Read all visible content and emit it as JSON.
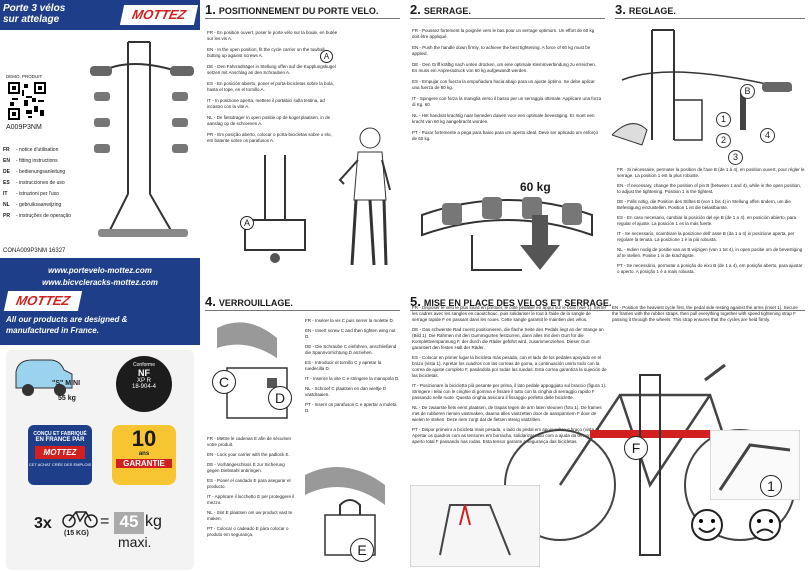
{
  "brand": {
    "logo": "MOTTEZ",
    "color": "#d21f1f",
    "blue": "#1f3e8a"
  },
  "sidebar": {
    "title_line1": "Porte 3 vélos",
    "title_line2": "sur attelage",
    "demo": "DEMO. PRODUIT",
    "code": "A009P3NM",
    "langs": [
      {
        "code": "FR",
        "label": "- notice d'utilisation"
      },
      {
        "code": "EN",
        "label": "- fitting instructions"
      },
      {
        "code": "DE",
        "label": "- bedienungsanleitung"
      },
      {
        "code": "ES",
        "label": "- instrucciones de uso"
      },
      {
        "code": "IT",
        "label": "- istruzioni per l'uso"
      },
      {
        "code": "NL",
        "label": "- gebruiksaanwijzing"
      },
      {
        "code": "PR",
        "label": "- instruções de operação"
      }
    ],
    "ref": "CONA009P3NM  16327",
    "url1": "www.portevelo-mottez.com",
    "url2": "www.bicycleracks-mottez.com",
    "claim_line1": "All our products are designed &",
    "claim_line2": "manufactured in France.",
    "car_label": "\"S\" MINI",
    "car_weight": "55 kg",
    "conform": "Conforme",
    "nf": "NF",
    "xpr": "XP R",
    "std": "18-904-4",
    "france_line1": "CONÇU ET FABRIQUÉ",
    "france_line2": "EN FRANCE PAR",
    "france_sub": "CET ACHAT CRÉE DES EMPLOIS",
    "warranty_num": "10",
    "warranty_sub": "ans",
    "warranty_word": "GARANTIE",
    "capacity_mult": "3x",
    "capacity_each": "(15 KG)",
    "capacity_eq": "=",
    "capacity_max": "45",
    "capacity_unit": "kg",
    "capacity_word": "maxi."
  },
  "s1": {
    "num": "1.",
    "title": "POSITIONNEMENT DU PORTE VELO.",
    "fr": "FR - En position ouvert, poser le porte vélo sur la boule, en butée sur les vis A.",
    "en": "EN - In the open position, fit the cycle carrier on the towball, butting up against screws A.",
    "de": "DE - Den Fahrradträger in Stellung offen auf die Kupplungskugel setzen mit Anschlag an den Schrauben A.",
    "es": "ES - En posición abierto, poner el porta-bicicletas sobre la bola, hasta el tope, en el tornillo A.",
    "it": "IT - In posizione aperta, mettere il portabici sulla testina, ad incastro con la vite A.",
    "nl": "NL - De fietsdrager in open positie op de kogel plaatsen, in de aanslag op de schroeven A.",
    "pr": "PR - Em posição aberto, colocar o porta-bicicletas sobre o elo, em batente sobre os parafusos A."
  },
  "s2": {
    "num": "2.",
    "title": "SERRAGE.",
    "fr": "FR - Poussez fortement la poignée vers le bas pour un serrage optimum. Un effort de 60 kg doit être appliqué.",
    "en": "EN - Push the handle down firmly, to achieve the best tightening. A force of 60 kg must be applied.",
    "de": "DE - Den Griff kräftig nach unten drücken, um eine optimale Klemmverbindung zu erreichen. Es muss ein Anpressdruck von 60 kg aufgewandt werden.",
    "es": "ES - Empujar con fuerza la empuñadura hacia abajo para un ajuste óptimo. Se debe aplicar una fuerza de 60 kg.",
    "it": "IT - Spingere con forza la maniglia verso il basso per un serraggio ottimale. Applicare una forza di Kg. 60.",
    "nl": "NL - Het handvat krachtig naar beneden duwen voor een optimale bevestiging. Er moet een kracht van 60 kg aangebracht worden.",
    "pr": "PT - Puxar fortemente a pega para baixo para um aperto ideal. Deve ser aplicado um esforço de 60 kg.",
    "force": "60 kg"
  },
  "s3": {
    "num": "3.",
    "title": "REGLAGE.",
    "fr": "FR - Si nécessaire, permuter la position de l'axe B (de 1 à 4), en position ouvert, pour régler le serrage. La position 1 est la plus robuste.",
    "en": "EN - If necessary, change the position of pin B (between 1 and 4), while in the open position, to adjust the tightening. Position 1 is the tightest.",
    "de": "DE - Falls nötig, die Position des Stiftes B (von 1 bis 4) in Stellung offen ändern, um die Befestigung einzustellen. Position 1 ist die belastbarste.",
    "es": "ES - En caso necesario, cambiar la posición del eje B (de 1 a 4), en posición abierto, para regular el ajuste. La posición 1 es la más fuerte.",
    "it": "IT - Se necessario, scambiare la posizione dell' asse B (da 1 a 4) in posizione aperta, per regolare la tenuta. La posizione 1 è la più robusta.",
    "nl": "NL - Indien nodig de positie van as B wijzigen (van 1 tot 4), in open positie om de bevestiging af te stellen. Positie 1 is de krachtigste.",
    "pr": "PT - Se necessário, permutar a posição do eixo B (de 1 a 4), em posição aberto, para ajustar o aperto. A posição 1 é a mais robusta.",
    "n1": "1",
    "n2": "2",
    "n3": "3",
    "n4": "4",
    "b": "B"
  },
  "s4": {
    "num": "4.",
    "title": "VERROUILLAGE.",
    "fr": "FR - Insérer la vis C puis serrer la molette D.",
    "en": "EN - Insert screw C and then tighten wing nut D.",
    "de": "DE - Die Schraube C einführen, anschließend die Spannvorrichtung D anziehen.",
    "es": "ES - Introducir el tornillo C y apretar la ruedecilla D.",
    "it": "IT - Inserire la vite C e stringere la manopola D.",
    "nl": "NL - Schroef C plaatsen en dan wieltje D vastdraaien.",
    "pr": "PT - Inserir os parafusos C e apertar a moleta D.",
    "fr2": "FR - Mettre le cadenas E afin de sécuriser votre produit.",
    "en2": "EN - Lock your carrier with the padlock E.",
    "de2": "DE - Vorhängeschloss E zur Sicherung gegen Diebstahl anbringen.",
    "es2": "ES - Poner el candado E para asegurar el producto.",
    "it2": "IT - Applicare il lucchetto E per proteggere il mezzo.",
    "nl2": "NL - Slot E plaatsen om uw product vast te maken.",
    "pr2": "PT - Colocar o cadeado E para colocar o produto em segurança.",
    "c": "C",
    "d": "D",
    "e": "E"
  },
  "s5": {
    "num": "5.",
    "title": "MISE EN PLACE DES VELOS ET SERRAGE.",
    "fr": "FR - Disposer le vélo le plus lourd en premier, le côté pédalier en appui sur le bras (vue 1). Serrer les cadres avec les sangles en caoutchouc, puis solidariser le tout à l'aide de la sangle de serrage rapide F en passant dans les roues. Cette sangle garantit le maintien des vélos.",
    "en": "EN - Position the heaviest cycle first, the pedal side resting against the arms (inset 1). Secure the frames with the rubber straps, then pull everything together with speed tightening strap F passing it through the wheels. This strap ensures that the cycles are held firmly.",
    "de": "DE - Das schwerste Rad zuerst positionieren, die flache Seite des Pedals liegt an der Stange an (Bild 1). Die Rahmen mit den Gummigurten festzurren, dann alles mit dem Gurt für die Komplettverspannung F, der durch die Räder geführt wird, zusammenziehen. Dieser Gurt garantiert den festen Halt der Räder.",
    "es": "ES - Colocar en primer lugar la bicicleta más pesada, con el lado de los pedales apoyado en el brazo (vista 1). Apretar los cuadros con las correas de goma, a continuación unirlo todo con la correa de ajuste completo F, pasándola por todas las ruedas. Esta correa garantiza la sujeción de las bicicletas.",
    "it": "IT - Posizionare la bicicletta più pesante per prima, il lato pedale appoggiato sul braccio (figura 1). Stringere i telai con le cinghie di gomma e fissare il tutto con la cinghia di serraggio rapido F passando nelle ruote. Questa cinghia assicura il fissaggio perfetto delle biciclette.",
    "nl": "NL - De zwaarste fiets eerst plaatsen, de trapas tegen de arm laten steunen (foto 1). De frames met de rubberen riemen vastmaken, daarna alles vastzetten door de aanspanriem F door de wielen te steken. Deze riem zorgt dat de fietsen stevig vastzitten.",
    "pr": "PT - Dispor primeiro a bicicleta mais pesada, o lado do pedal em apoio sobre o braço (vista 1). Apertar os quadros com as tensores em borracha, solidarizar tudo com a ajuda da tensor de aperto total F passando nas rodas. Esta tensor garante a segurança das bicicletas.",
    "f": "F",
    "one": "1"
  }
}
